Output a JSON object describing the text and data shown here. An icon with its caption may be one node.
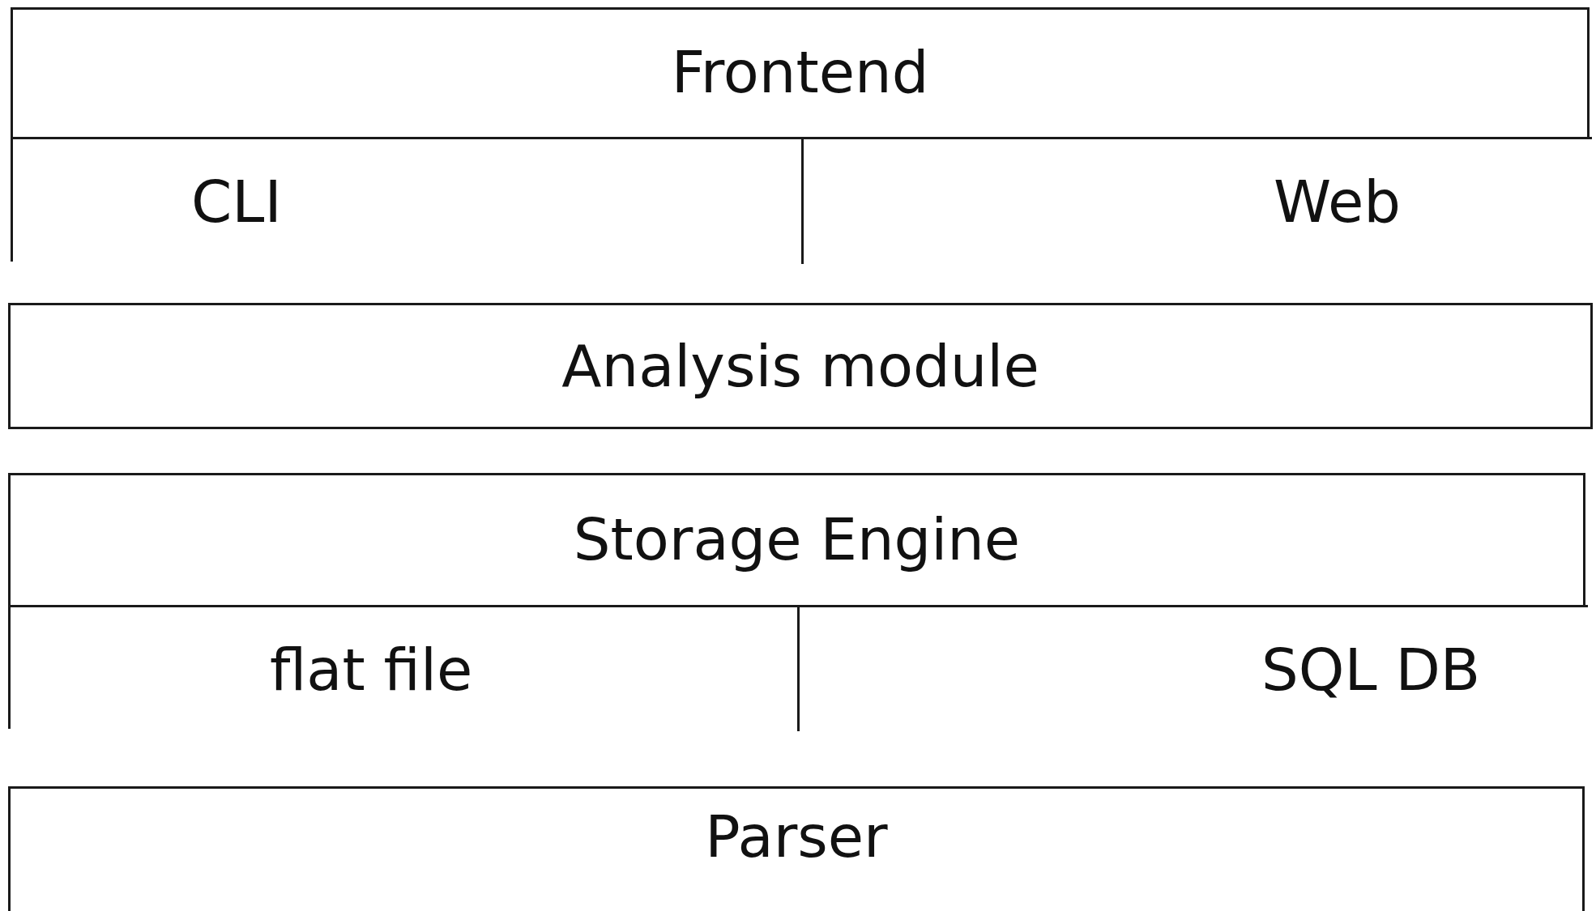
{
  "diagram": {
    "nodes": [
      {
        "text": [
          "Frontend"
        ]
      },
      {
        "text": [
          "CLI"
        ],
        "in": 0
      },
      {
        "text": [
          "Web"
        ],
        "in": 0
      },
      {
        "text": [
          "Analysis module"
        ]
      },
      {
        "text": [
          "Storage Engine"
        ]
      },
      {
        "text": [
          "flat file"
        ],
        "in": 4
      },
      {
        "text": [
          "SQL DB"
        ],
        "in": 4
      },
      {
        "text": [
          "Parser"
        ]
      }
    ]
  }
}
